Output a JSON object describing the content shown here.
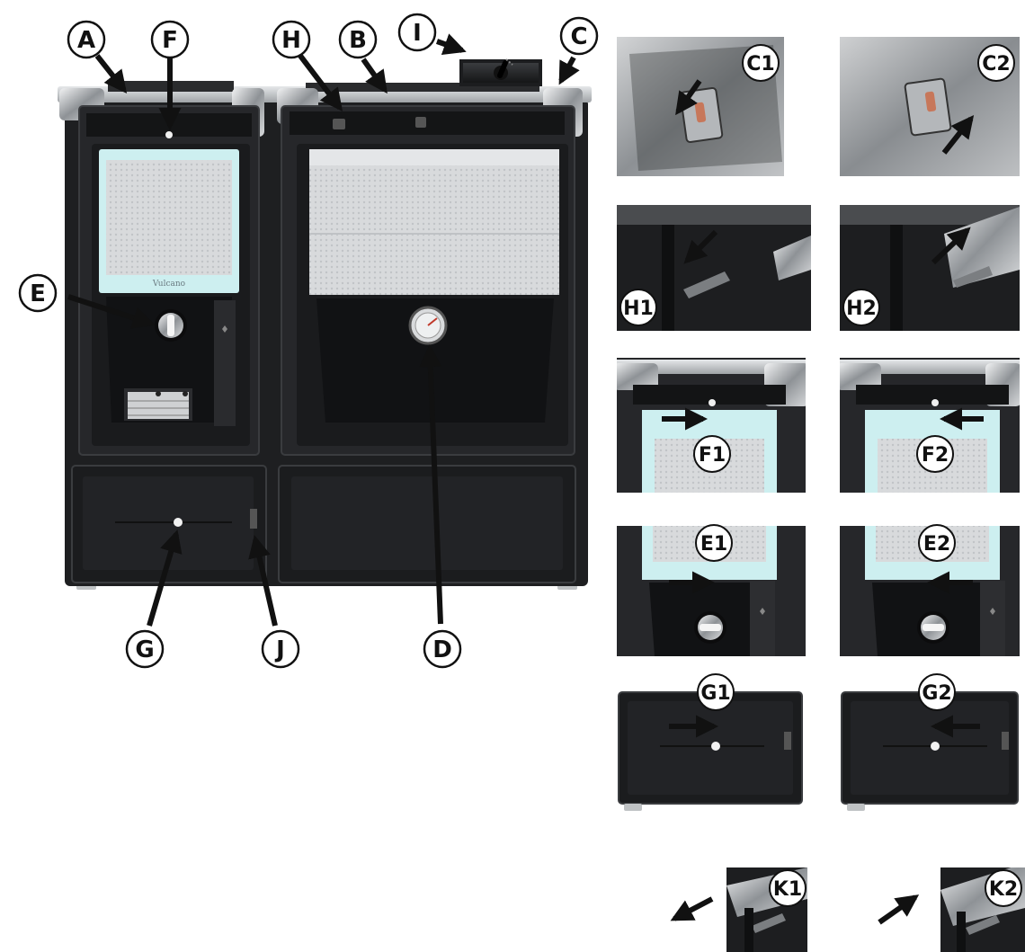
{
  "diagram": {
    "main_callouts": {
      "A": "A",
      "B": "B",
      "C": "C",
      "D": "D",
      "E": "E",
      "F": "F",
      "G": "G",
      "H": "H",
      "I": "I",
      "J": "J"
    },
    "brand_text": "Vulcano",
    "detail_tiles": {
      "C1": "C1",
      "C2": "C2",
      "H1": "H1",
      "H2": "H2",
      "F1": "F1",
      "F2": "F2",
      "E1": "E1",
      "E2": "E2",
      "G1": "G1",
      "G2": "G2",
      "K1": "K1",
      "K2": "K2"
    },
    "colors": {
      "stove_body": "#1e1f21",
      "stove_frame": "#2e3033",
      "glass_trim": "#cdeff0",
      "glass": "#d4d6d8",
      "metal_top": "#c9ccce",
      "label_fill": "#ffffff",
      "arrow": "#111111"
    }
  }
}
